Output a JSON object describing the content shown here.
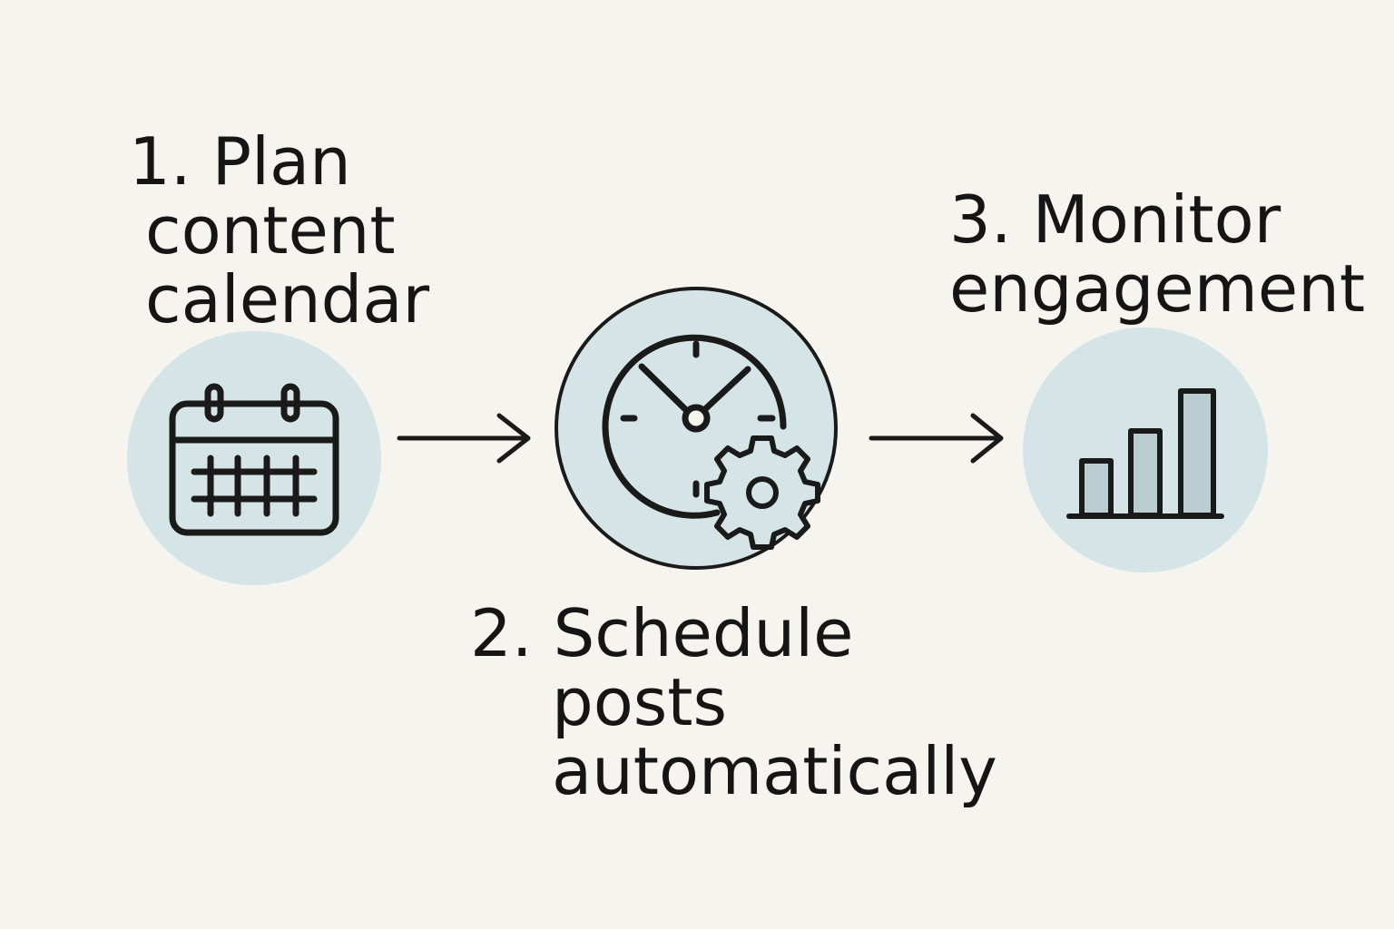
{
  "steps": [
    {
      "number": "1.",
      "title_line1": "Plan",
      "title_line2": "content",
      "title_line3": "calendar",
      "icon": "calendar-icon"
    },
    {
      "number": "2.",
      "title_line1": "Schedule",
      "title_line2": "posts",
      "title_line3": "automatically",
      "icon": "clock-gear-icon"
    },
    {
      "number": "3.",
      "title_line1": "Monitor",
      "title_line2": "engagement",
      "icon": "bar-chart-icon"
    }
  ],
  "colors": {
    "background": "#f6f4ef",
    "circle_fill": "#d5e4e6",
    "stroke": "#1a1a1a",
    "bar_fill": "#b9cdd0"
  }
}
